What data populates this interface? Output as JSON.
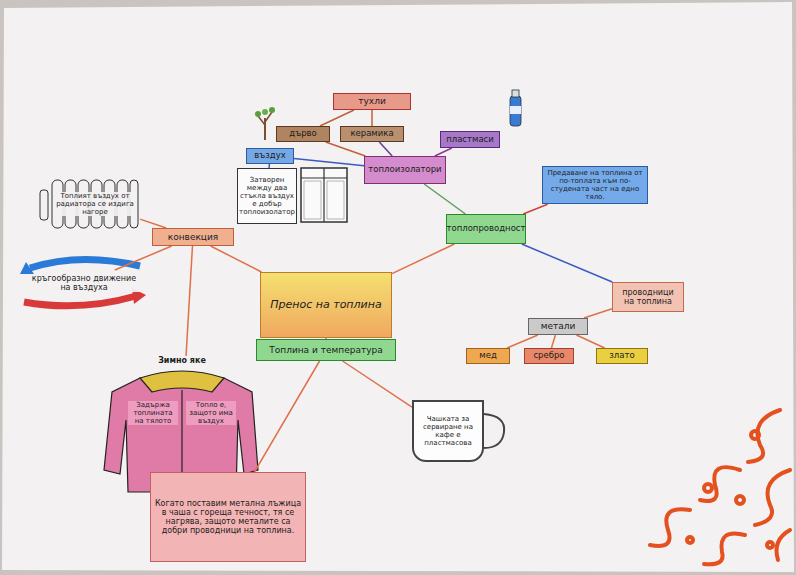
{
  "diagram": {
    "nodes": [
      {
        "text": [
          "тухли"
        ]
      },
      {
        "text": [
          "дърво"
        ]
      },
      {
        "text": [
          "керамика"
        ]
      },
      {
        "text": [
          "пластмаси"
        ]
      },
      {
        "text": [
          "въздух"
        ]
      },
      {
        "text": [
          "топлоизолатори"
        ]
      },
      {
        "text": [
          "Затворен между два стъкла въздух е добър топлоизолатор"
        ]
      },
      {
        "text": [
          "Предаване на топлина от по-топлата към по-студената част на едно тяло."
        ]
      },
      {
        "text": [
          "топлопроводност"
        ]
      },
      {
        "text": [
          "конвекция"
        ]
      },
      {
        "text": [
          "Топлият въздух от радиатора се издига нагоре"
        ]
      },
      {
        "text": [
          "Пренос на топлина"
        ]
      },
      {
        "text": [
          "кръгообразно движение на въздуха"
        ]
      },
      {
        "text": [
          "проводници на топлина"
        ]
      },
      {
        "text": [
          "Зимно яке",
          "Задържа топлината на тялото",
          "Топло е, защото има въздух"
        ]
      },
      {
        "text": [
          "Топлина и температура"
        ]
      },
      {
        "text": [
          "метали"
        ]
      },
      {
        "text": [
          "мед"
        ]
      },
      {
        "text": [
          "сребро"
        ]
      },
      {
        "text": [
          "злато"
        ]
      },
      {
        "text": [
          "Чашката за сервиране на кафе е пластмасова"
        ]
      },
      {
        "text": [
          "Когато поставим метална лъжица в чаша с гореща течност, тя се нагрява, защото металите са добри проводници на топлина."
        ]
      }
    ],
    "edges": [
      {
        "from": 0,
        "to": 1,
        "arrow": "none"
      },
      {
        "from": 0,
        "to": 2,
        "arrow": "none"
      },
      {
        "from": 5,
        "to": 1,
        "arrow": "none"
      },
      {
        "from": 5,
        "to": 2,
        "arrow": "none"
      },
      {
        "from": 5,
        "to": 3,
        "arrow": "none"
      },
      {
        "from": 5,
        "to": 4,
        "arrow": "none"
      },
      {
        "from": 4,
        "to": 6,
        "arrow": "none"
      },
      {
        "from": 8,
        "to": 5,
        "arrow": "none"
      },
      {
        "from": 8,
        "to": 7,
        "arrow": "none"
      },
      {
        "from": 11,
        "to": 8,
        "arrow": "none"
      },
      {
        "from": 11,
        "to": 9,
        "arrow": "none"
      },
      {
        "from": 9,
        "to": 10,
        "arrow": "none"
      },
      {
        "from": 9,
        "to": 12,
        "arrow": "none"
      },
      {
        "from": 9,
        "to": 14,
        "arrow": "none"
      },
      {
        "from": 8,
        "to": 13,
        "arrow": "none"
      },
      {
        "from": 13,
        "to": 16,
        "arrow": "none"
      },
      {
        "from": 16,
        "to": 17,
        "arrow": "none"
      },
      {
        "from": 16,
        "to": 18,
        "arrow": "none"
      },
      {
        "from": 16,
        "to": 19,
        "arrow": "none"
      },
      {
        "from": 11,
        "to": 15,
        "arrow": "none"
      },
      {
        "from": 15,
        "to": 20,
        "arrow": "none"
      },
      {
        "from": 15,
        "to": 21,
        "arrow": "none"
      }
    ]
  }
}
